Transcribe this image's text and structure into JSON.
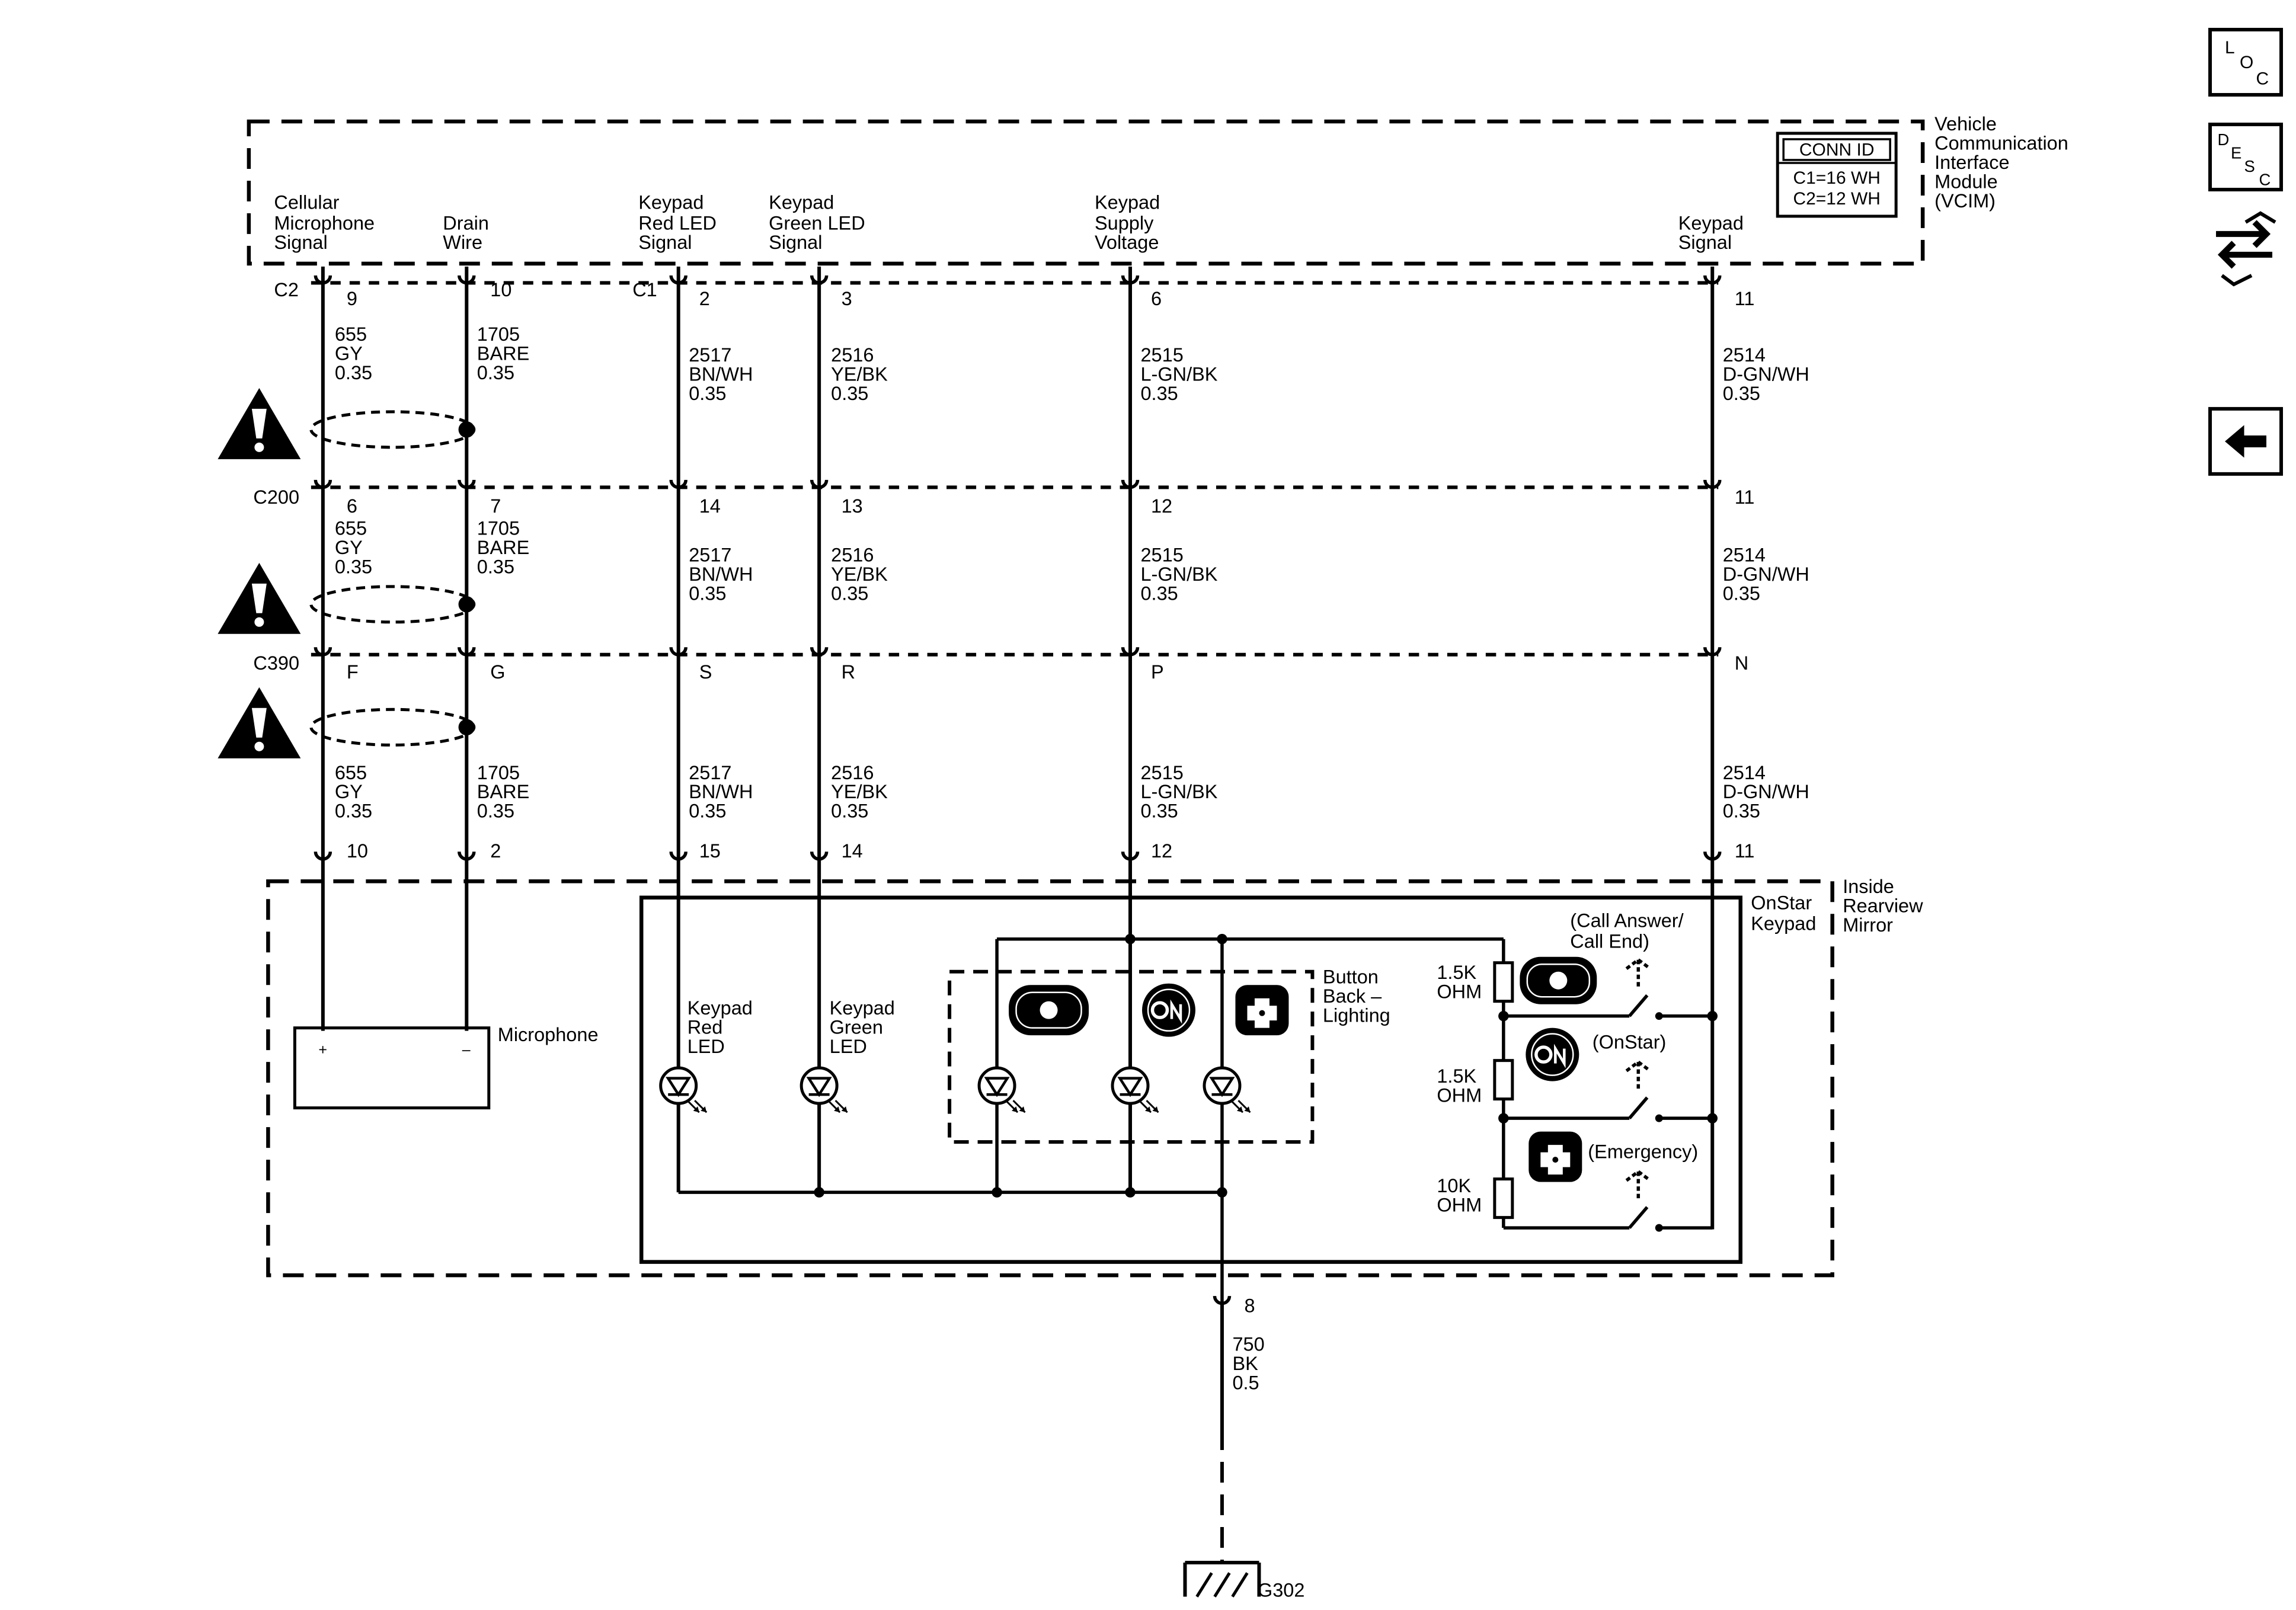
{
  "vcim": {
    "label": [
      "Vehicle",
      "Communication",
      "Interface",
      "Module",
      "(VCIM)"
    ],
    "conn_id_title": "CONN ID",
    "conn_id_lines": [
      "C1=16 WH",
      "C2=12 WH"
    ],
    "connector_c1": "C1",
    "connector_c2": "C2"
  },
  "signals": [
    {
      "label": [
        "Cellular",
        "Microphone",
        "Signal"
      ],
      "vcim_pin": "9",
      "w1": [
        "655",
        "GY",
        "0.35"
      ],
      "c200_pin": "6",
      "w2": [
        "655",
        "GY",
        "0.35"
      ],
      "c390_pin": "F",
      "w3": [
        "655",
        "GY",
        "0.35"
      ],
      "mirror_pin": "10"
    },
    {
      "label": [
        "Drain",
        "Wire"
      ],
      "vcim_pin": "10",
      "w1": [
        "1705",
        "BARE",
        "0.35"
      ],
      "c200_pin": "7",
      "w2": [
        "1705",
        "BARE",
        "0.35"
      ],
      "c390_pin": "G",
      "w3": [
        "1705",
        "BARE",
        "0.35"
      ],
      "mirror_pin": "2"
    },
    {
      "label": [
        "Keypad",
        "Red LED",
        "Signal"
      ],
      "vcim_pin": "2",
      "w1": [
        "2517",
        "BN/WH",
        "0.35"
      ],
      "c200_pin": "14",
      "w2": [
        "2517",
        "BN/WH",
        "0.35"
      ],
      "c390_pin": "S",
      "w3": [
        "2517",
        "BN/WH",
        "0.35"
      ],
      "mirror_pin": "15"
    },
    {
      "label": [
        "Keypad",
        "Green LED",
        "Signal"
      ],
      "vcim_pin": "3",
      "w1": [
        "2516",
        "YE/BK",
        "0.35"
      ],
      "c200_pin": "13",
      "w2": [
        "2516",
        "YE/BK",
        "0.35"
      ],
      "c390_pin": "R",
      "w3": [
        "2516",
        "YE/BK",
        "0.35"
      ],
      "mirror_pin": "14"
    },
    {
      "label": [
        "Keypad",
        "Supply",
        "Voltage"
      ],
      "vcim_pin": "6",
      "w1": [
        "2515",
        "L-GN/BK",
        "0.35"
      ],
      "c200_pin": "12",
      "w2": [
        "2515",
        "L-GN/BK",
        "0.35"
      ],
      "c390_pin": "P",
      "w3": [
        "2515",
        "L-GN/BK",
        "0.35"
      ],
      "mirror_pin": "12"
    },
    {
      "label": [
        "Keypad",
        "Signal"
      ],
      "vcim_pin": "11",
      "w1": [
        "2514",
        "D-GN/WH",
        "0.35"
      ],
      "c200_pin": "11",
      "w2": [
        "2514",
        "D-GN/WH",
        "0.35"
      ],
      "c390_pin": "N",
      "w3": [
        "2514",
        "D-GN/WH",
        "0.35"
      ],
      "mirror_pin": "11"
    }
  ],
  "connectors": {
    "c200": "C200",
    "c390": "C390"
  },
  "mirror": {
    "label": [
      "Inside",
      "Rearview",
      "Mirror"
    ],
    "onstar_label": [
      "OnStar",
      "Keypad"
    ],
    "microphone": "Microphone",
    "mic_plus": "+",
    "mic_minus": "–",
    "red_led": [
      "Keypad",
      "Red",
      "LED"
    ],
    "green_led": [
      "Keypad",
      "Green",
      "LED"
    ],
    "backlight": [
      "Button",
      "Back –",
      "Lighting"
    ],
    "resistors": [
      {
        "value": [
          "1.5K",
          "OHM"
        ],
        "button": [
          "(Call Answer/",
          "Call End)"
        ]
      },
      {
        "value": [
          "1.5K",
          "OHM"
        ],
        "button": [
          "(OnStar)"
        ]
      },
      {
        "value": [
          "10K",
          "OHM"
        ],
        "button": [
          "(Emergency)"
        ]
      }
    ]
  },
  "ground": {
    "pin": "8",
    "wire": [
      "750",
      "BK",
      "0.5"
    ],
    "name": "G302"
  },
  "nav": {
    "loc": [
      "L",
      "O",
      "C"
    ],
    "desc": [
      "D",
      "E",
      "S",
      "C"
    ]
  }
}
